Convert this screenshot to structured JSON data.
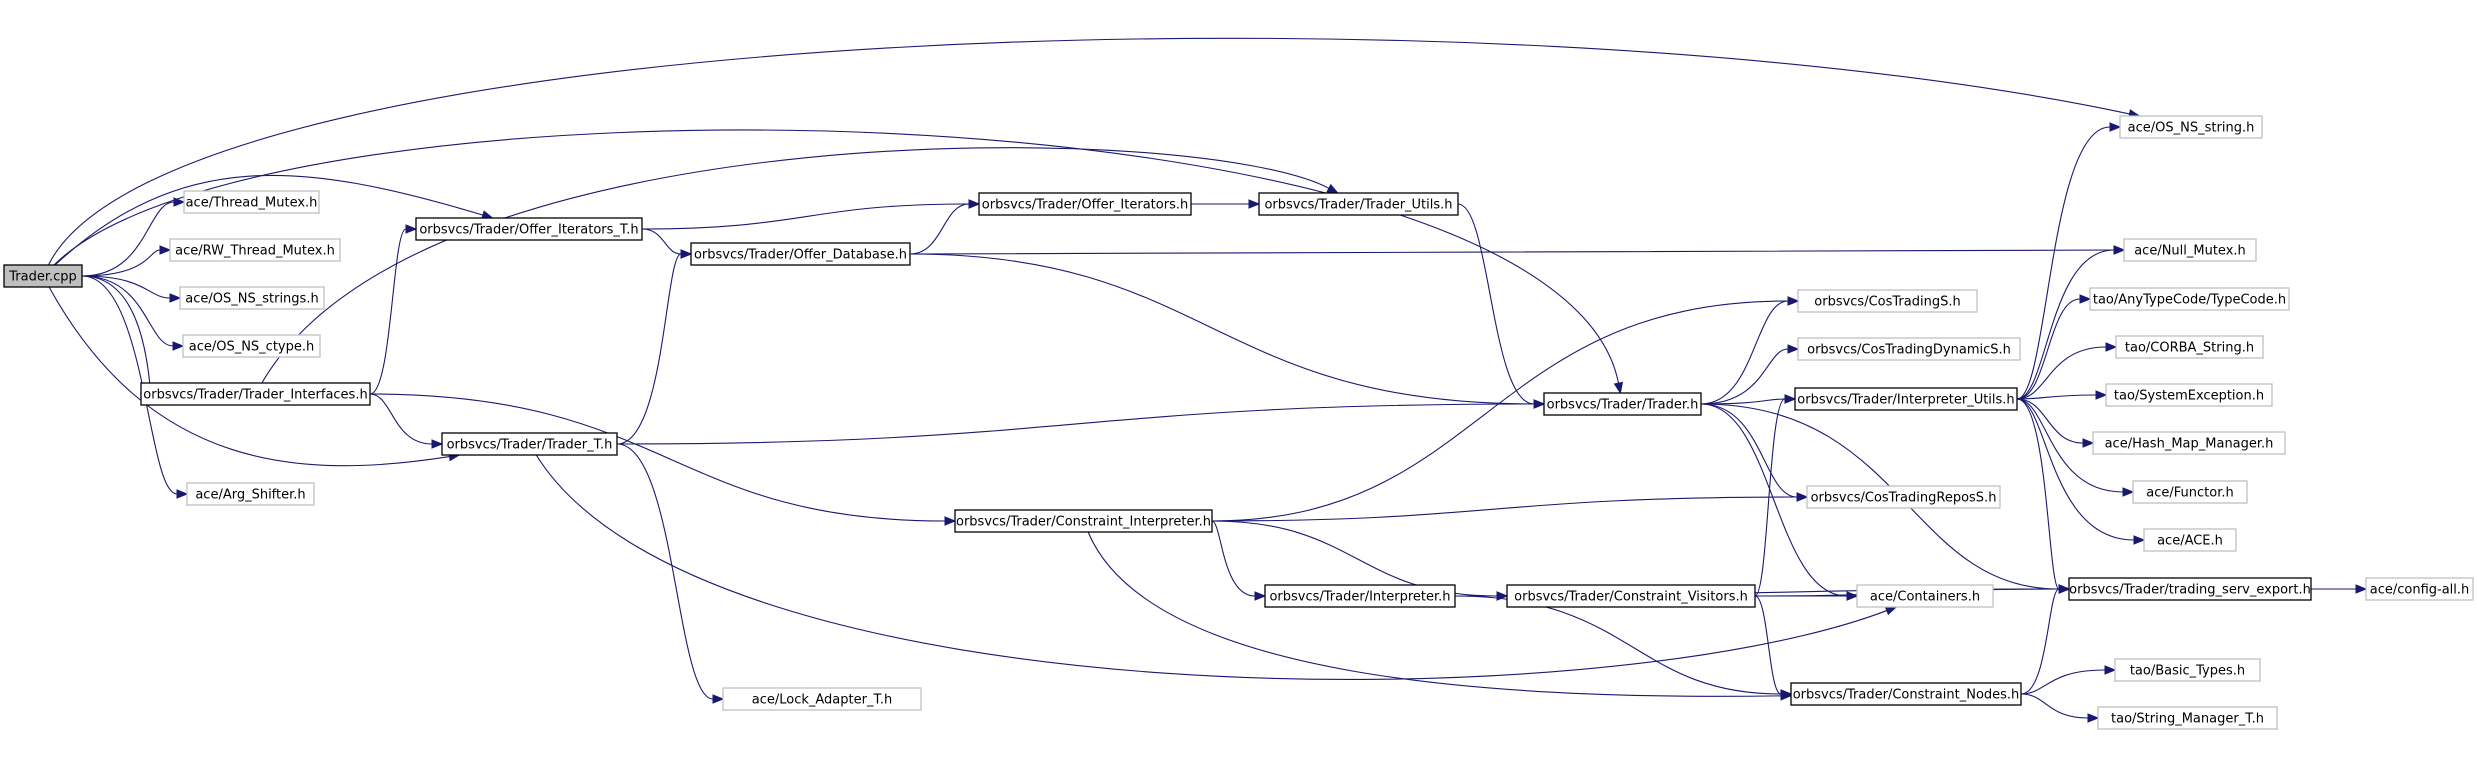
{
  "colors": {
    "edge": "#191970",
    "root_fill": "#bfbfbf",
    "external_border": "#bfbfbf",
    "internal_border": "#000000",
    "background": "#ffffff"
  },
  "nodes": [
    {
      "id": "trader_cpp",
      "label": "Trader.cpp",
      "kind": "root"
    },
    {
      "id": "thread_mutex",
      "label": "ace/Thread_Mutex.h",
      "kind": "external"
    },
    {
      "id": "rw_thread_mutex",
      "label": "ace/RW_Thread_Mutex.h",
      "kind": "external"
    },
    {
      "id": "os_ns_strings",
      "label": "ace/OS_NS_strings.h",
      "kind": "external"
    },
    {
      "id": "os_ns_ctype",
      "label": "ace/OS_NS_ctype.h",
      "kind": "external"
    },
    {
      "id": "arg_shifter",
      "label": "ace/Arg_Shifter.h",
      "kind": "external"
    },
    {
      "id": "offer_iterators_t",
      "label": "orbsvcs/Trader/Offer_Iterators_T.h",
      "kind": "internal"
    },
    {
      "id": "trader_interfaces",
      "label": "orbsvcs/Trader/Trader_Interfaces.h",
      "kind": "internal"
    },
    {
      "id": "trader_t",
      "label": "orbsvcs/Trader/Trader_T.h",
      "kind": "internal"
    },
    {
      "id": "offer_database",
      "label": "orbsvcs/Trader/Offer_Database.h",
      "kind": "internal"
    },
    {
      "id": "offer_iterators",
      "label": "orbsvcs/Trader/Offer_Iterators.h",
      "kind": "internal"
    },
    {
      "id": "trader_utils",
      "label": "orbsvcs/Trader/Trader_Utils.h",
      "kind": "internal"
    },
    {
      "id": "lock_adapter_t",
      "label": "ace/Lock_Adapter_T.h",
      "kind": "external"
    },
    {
      "id": "constraint_interpreter",
      "label": "orbsvcs/Trader/Constraint_Interpreter.h",
      "kind": "internal"
    },
    {
      "id": "interpreter",
      "label": "orbsvcs/Trader/Interpreter.h",
      "kind": "internal"
    },
    {
      "id": "constraint_visitors",
      "label": "orbsvcs/Trader/Constraint_Visitors.h",
      "kind": "internal"
    },
    {
      "id": "trader_h",
      "label": "orbsvcs/Trader/Trader.h",
      "kind": "internal"
    },
    {
      "id": "cos_trading_s",
      "label": "orbsvcs/CosTradingS.h",
      "kind": "external"
    },
    {
      "id": "cos_trading_dynamic_s",
      "label": "orbsvcs/CosTradingDynamicS.h",
      "kind": "external"
    },
    {
      "id": "interpreter_utils",
      "label": "orbsvcs/Trader/Interpreter_Utils.h",
      "kind": "internal"
    },
    {
      "id": "cos_trading_repos_s",
      "label": "orbsvcs/CosTradingReposS.h",
      "kind": "external"
    },
    {
      "id": "containers",
      "label": "ace/Containers.h",
      "kind": "external"
    },
    {
      "id": "constraint_nodes",
      "label": "orbsvcs/Trader/Constraint_Nodes.h",
      "kind": "internal"
    },
    {
      "id": "os_ns_string",
      "label": "ace/OS_NS_string.h",
      "kind": "external"
    },
    {
      "id": "null_mutex",
      "label": "ace/Null_Mutex.h",
      "kind": "external"
    },
    {
      "id": "any_type_code",
      "label": "tao/AnyTypeCode/TypeCode.h",
      "kind": "external"
    },
    {
      "id": "corba_string",
      "label": "tao/CORBA_String.h",
      "kind": "external"
    },
    {
      "id": "system_exception",
      "label": "tao/SystemException.h",
      "kind": "external"
    },
    {
      "id": "hash_map_manager",
      "label": "ace/Hash_Map_Manager.h",
      "kind": "external"
    },
    {
      "id": "functor",
      "label": "ace/Functor.h",
      "kind": "external"
    },
    {
      "id": "ace_h",
      "label": "ace/ACE.h",
      "kind": "external"
    },
    {
      "id": "trading_serv_export",
      "label": "orbsvcs/Trader/trading_serv_export.h",
      "kind": "internal"
    },
    {
      "id": "config_all",
      "label": "ace/config-all.h",
      "kind": "external"
    },
    {
      "id": "basic_types",
      "label": "tao/Basic_Types.h",
      "kind": "external"
    },
    {
      "id": "string_manager_t",
      "label": "tao/String_Manager_T.h",
      "kind": "external"
    }
  ],
  "edges": [
    [
      "trader_cpp",
      "os_ns_string"
    ],
    [
      "trader_cpp",
      "trader_h"
    ],
    [
      "trader_cpp",
      "offer_iterators_t"
    ],
    [
      "trader_cpp",
      "thread_mutex"
    ],
    [
      "trader_cpp",
      "rw_thread_mutex"
    ],
    [
      "trader_cpp",
      "os_ns_strings"
    ],
    [
      "trader_cpp",
      "os_ns_ctype"
    ],
    [
      "trader_cpp",
      "trader_interfaces"
    ],
    [
      "trader_cpp",
      "trader_t"
    ],
    [
      "trader_cpp",
      "arg_shifter"
    ],
    [
      "offer_iterators_t",
      "offer_iterators"
    ],
    [
      "offer_iterators_t",
      "offer_database"
    ],
    [
      "offer_iterators",
      "trader_utils"
    ],
    [
      "trader_utils",
      "trader_h"
    ],
    [
      "offer_database",
      "offer_iterators"
    ],
    [
      "offer_database",
      "null_mutex"
    ],
    [
      "offer_database",
      "trader_h"
    ],
    [
      "trader_interfaces",
      "trader_utils"
    ],
    [
      "trader_interfaces",
      "offer_iterators_t"
    ],
    [
      "trader_interfaces",
      "trader_t"
    ],
    [
      "trader_interfaces",
      "constraint_interpreter"
    ],
    [
      "trader_t",
      "offer_database"
    ],
    [
      "trader_t",
      "trader_h"
    ],
    [
      "trader_t",
      "lock_adapter_t"
    ],
    [
      "trader_t",
      "containers"
    ],
    [
      "trader_h",
      "cos_trading_s"
    ],
    [
      "trader_h",
      "cos_trading_dynamic_s"
    ],
    [
      "trader_h",
      "interpreter_utils"
    ],
    [
      "trader_h",
      "cos_trading_repos_s"
    ],
    [
      "trader_h",
      "containers"
    ],
    [
      "trader_h",
      "trading_serv_export"
    ],
    [
      "interpreter_utils",
      "os_ns_string"
    ],
    [
      "interpreter_utils",
      "null_mutex"
    ],
    [
      "interpreter_utils",
      "any_type_code"
    ],
    [
      "interpreter_utils",
      "corba_string"
    ],
    [
      "interpreter_utils",
      "system_exception"
    ],
    [
      "interpreter_utils",
      "hash_map_manager"
    ],
    [
      "interpreter_utils",
      "functor"
    ],
    [
      "interpreter_utils",
      "ace_h"
    ],
    [
      "interpreter_utils",
      "trading_serv_export"
    ],
    [
      "constraint_interpreter",
      "cos_trading_s"
    ],
    [
      "constraint_interpreter",
      "cos_trading_repos_s"
    ],
    [
      "constraint_interpreter",
      "interpreter"
    ],
    [
      "constraint_interpreter",
      "constraint_visitors"
    ],
    [
      "constraint_interpreter",
      "constraint_nodes"
    ],
    [
      "interpreter",
      "constraint_visitors"
    ],
    [
      "interpreter",
      "trading_serv_export"
    ],
    [
      "interpreter",
      "constraint_nodes"
    ],
    [
      "constraint_visitors",
      "interpreter_utils"
    ],
    [
      "constraint_visitors",
      "containers"
    ],
    [
      "constraint_visitors",
      "trading_serv_export"
    ],
    [
      "constraint_visitors",
      "constraint_nodes"
    ],
    [
      "constraint_nodes",
      "trading_serv_export"
    ],
    [
      "constraint_nodes",
      "basic_types"
    ],
    [
      "constraint_nodes",
      "string_manager_t"
    ],
    [
      "trading_serv_export",
      "config_all"
    ]
  ]
}
